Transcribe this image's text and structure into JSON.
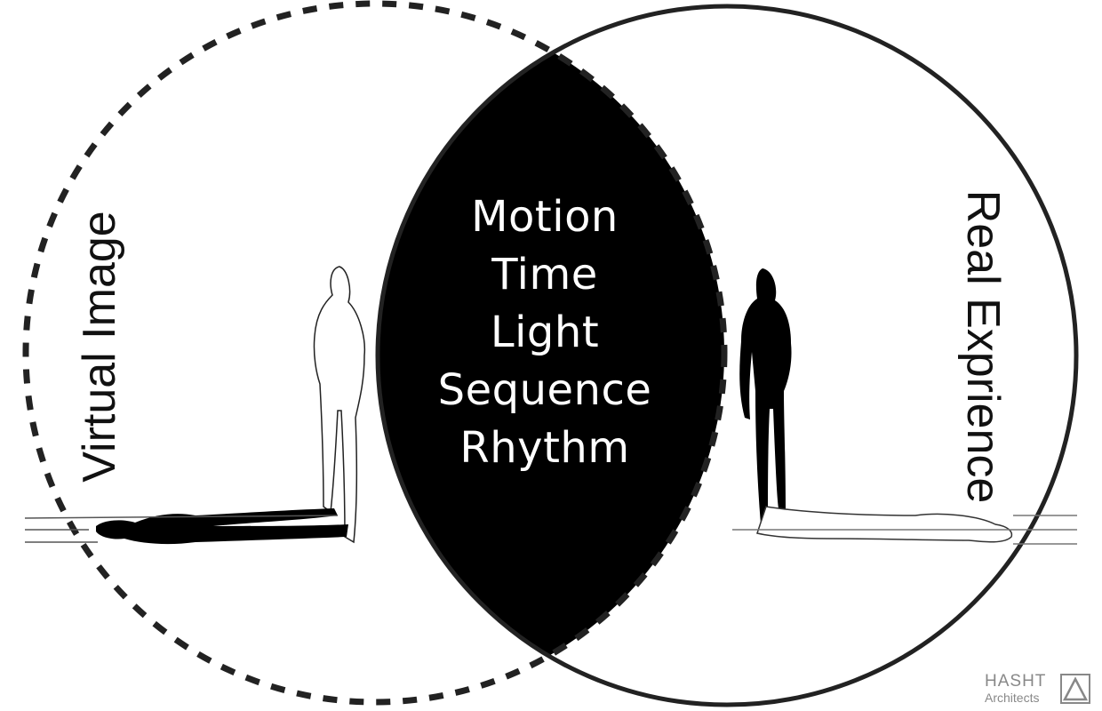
{
  "diagram": {
    "left_circle_label": "Virtual Image",
    "right_circle_label": "Real Exprience",
    "overlap_words": [
      "Motion",
      "Time",
      "Light",
      "Sequence",
      "Rhythm"
    ],
    "left_circle_style": "dashed",
    "right_circle_style": "solid",
    "overlap_fill": "#000000",
    "line_color": "#222222"
  },
  "logo": {
    "name": "HASHT",
    "subtitle": "Architects",
    "mark_icon": "triangle-in-square-icon"
  }
}
